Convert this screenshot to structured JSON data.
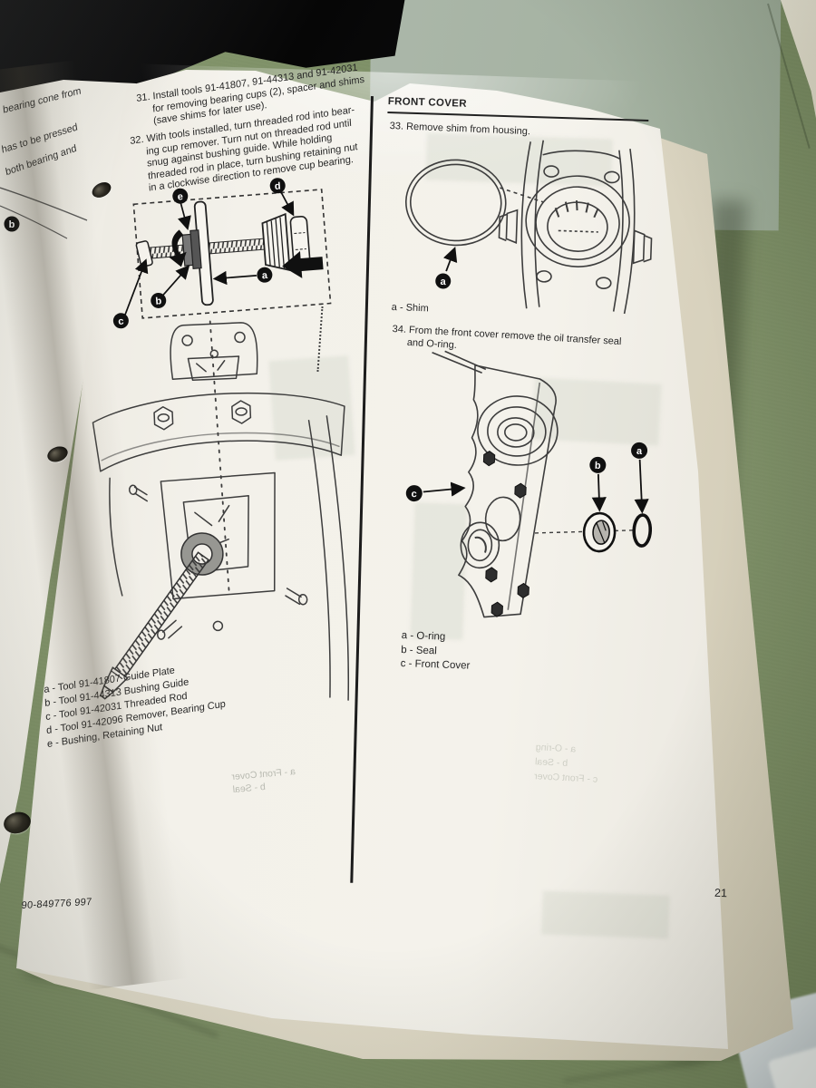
{
  "colors": {
    "fabric_green": "#7d8f66",
    "band_sage": "#a5b2a2",
    "binder_black": "#0b0b0c",
    "paper_white": "#f3f1ea",
    "underpage_cream": "#ded8c5",
    "ink": "#262626",
    "diagram_gray": "#979792",
    "patch_gray": "#c6ced2"
  },
  "left_page": {
    "fragment_lines": [
      "bearing cone from",
      "has to be pressed",
      "both bearing and"
    ],
    "callout_b": "b",
    "ghost_lines": [
      "a - Front Cover",
      "b - Seal"
    ]
  },
  "manual": {
    "left": {
      "step31": [
        "31. Install tools 91-41807, 91-44313 and 91-42031",
        "for removing bearing cups (2), spacer and shims",
        "(save shims for later use)."
      ],
      "step32": [
        "32. With tools installed, turn threaded rod into bear-",
        "ing cup remover. Turn nut on threaded rod until",
        "snug  against  bushing  guide.  While  holding",
        "threaded rod in place, turn bushing retaining nut",
        "in a clockwise direction to remove cup bearing."
      ],
      "tools": [
        "a - Tool 91-41807 Guide Plate",
        "b - Tool 91-44313 Bushing Guide",
        "c - Tool 91-42031 Threaded Rod",
        "d - Tool 91-42096 Remover, Bearing Cup",
        "e - Bushing, Retaining Nut"
      ]
    },
    "right": {
      "header": "FRONT COVER",
      "step33": "33. Remove shim from housing.",
      "shim_label": "a  -  Shim",
      "step34": [
        "34. From the front cover remove the oil transfer seal",
        "and O-ring."
      ],
      "parts": [
        "a  -  O-ring",
        "b  -  Seal",
        "c  -  Front Cover"
      ],
      "page_number": "21"
    },
    "footer": "90-849776  997"
  },
  "diagram_labels": {
    "a": "a",
    "b": "b",
    "c": "c",
    "d": "d",
    "e": "e"
  }
}
